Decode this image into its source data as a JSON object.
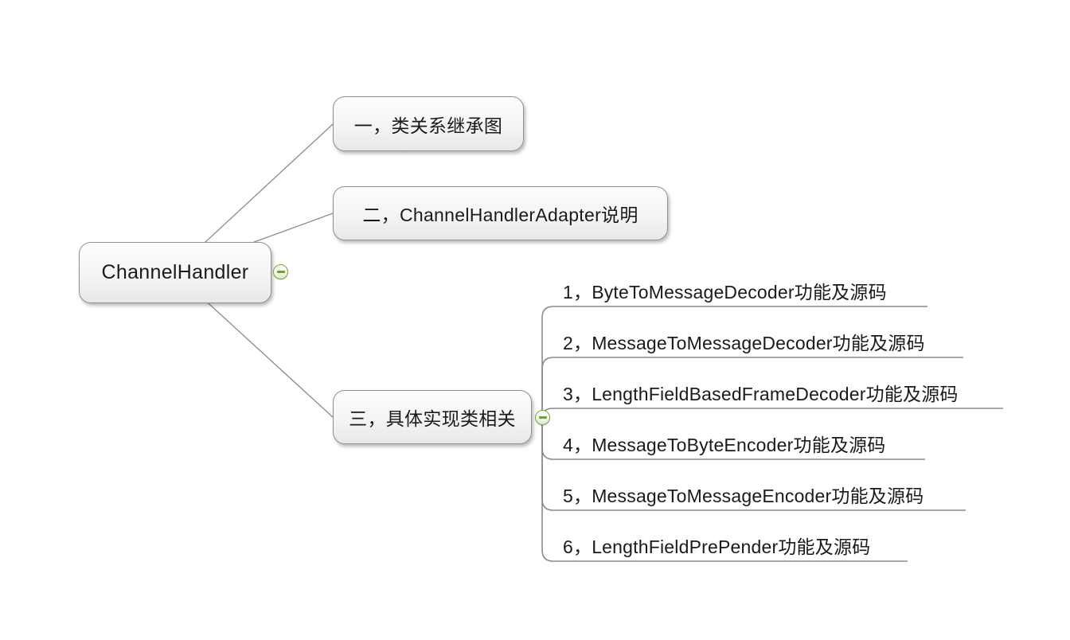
{
  "app": {
    "type": "mindmap-canvas",
    "background": "#ffffff"
  },
  "root": {
    "label": "ChannelHandler",
    "collapse_icon": "minus"
  },
  "main_topics": [
    {
      "label": "一，类关系继承图"
    },
    {
      "label": "二，ChannelHandlerAdapter说明"
    },
    {
      "label": "三，具体实现类相关",
      "collapse_icon": "minus",
      "subtopics": [
        {
          "label": "1，ByteToMessageDecoder功能及源码"
        },
        {
          "label": "2，MessageToMessageDecoder功能及源码"
        },
        {
          "label": "3，LengthFieldBasedFrameDecoder功能及源码"
        },
        {
          "label": "4，MessageToByteEncoder功能及源码"
        },
        {
          "label": "5，MessageToMessageEncoder功能及源码"
        },
        {
          "label": "6，LengthFieldPrePender功能及源码"
        }
      ]
    }
  ],
  "colors": {
    "topic_border": "#909090",
    "topic_fill_top": "#fdfdfd",
    "topic_fill_bottom": "#e8e8e8",
    "connector_gray": "#8b8b8b",
    "collapse_green": "#74a832",
    "text": "#1a1a1a"
  }
}
